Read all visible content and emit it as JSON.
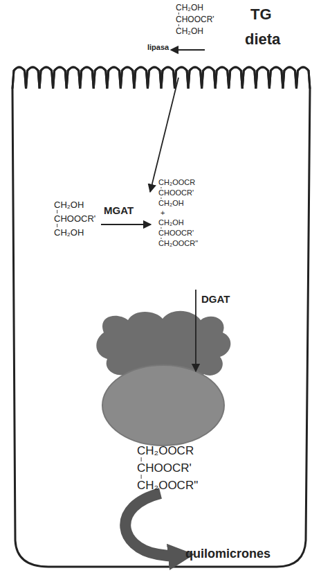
{
  "diagram": {
    "labels": [
      "CH₂OH",
      "CHOOCR'",
      "CH₂OH",
      "lipasa",
      "TG",
      "dieta",
      "CH₂OH",
      "CHOOCR'",
      "CH₂OH",
      "MGAT",
      "CH₂OOCR",
      "CHOOCR'",
      "CH₂OH",
      "+",
      "CH₂OH",
      "CHOOCR'",
      "CH₂OOCR\"",
      "DGAT",
      "CH₂OOCR",
      "CHOOCR'",
      "CH₂OOCR\"",
      "quilomicrones"
    ]
  }
}
